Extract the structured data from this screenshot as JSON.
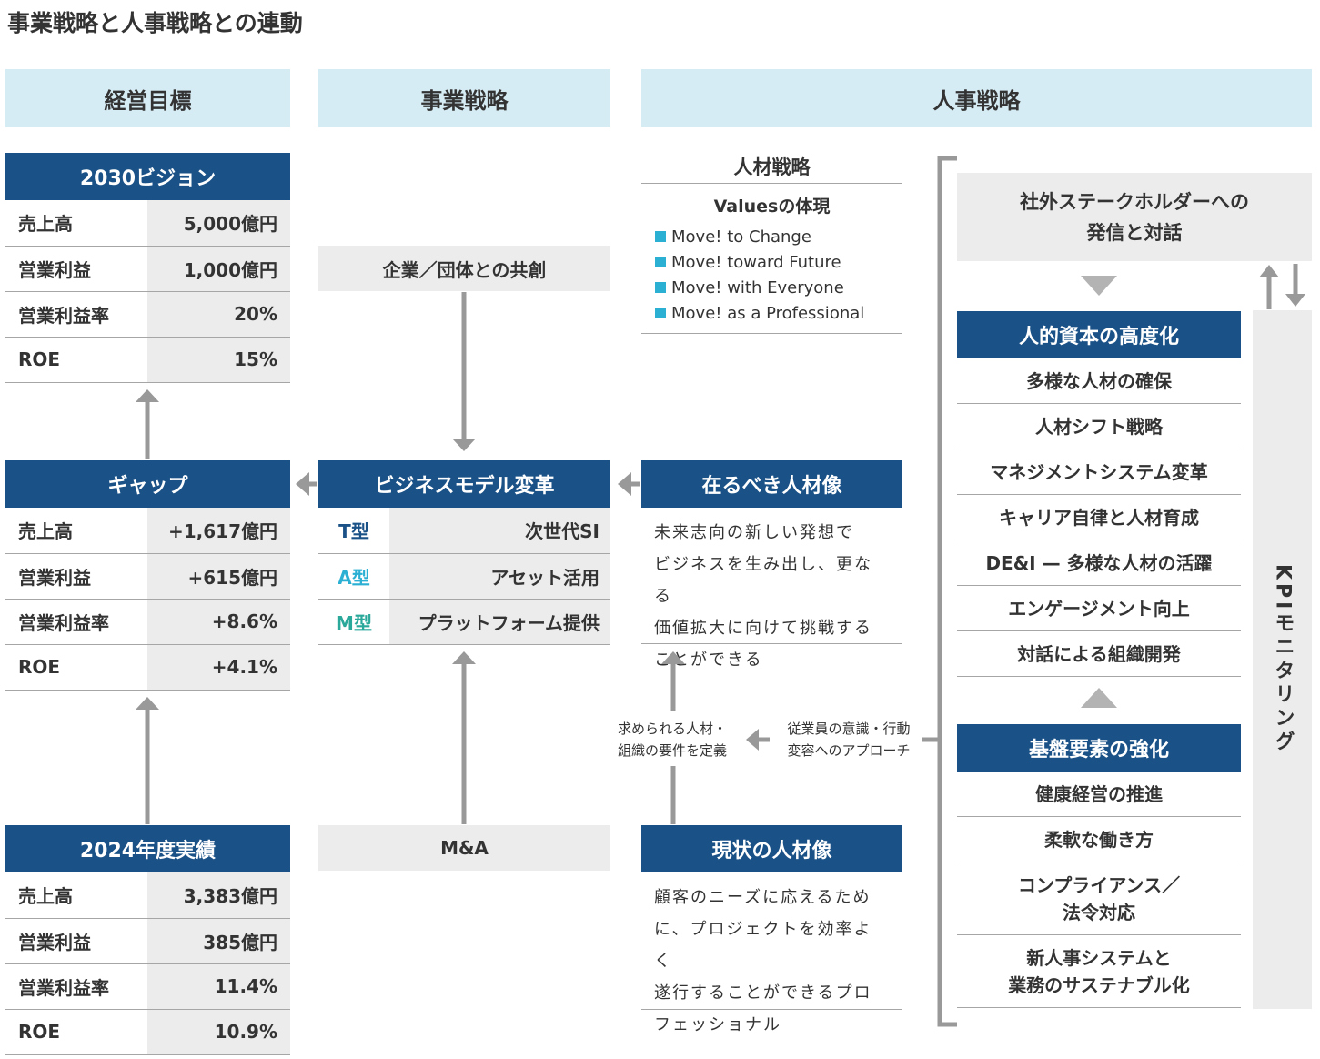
{
  "title": "事業戦略と人事戦略との連動",
  "columns": {
    "management": "経営目標",
    "business": "事業戦略",
    "hr": "人事戦略"
  },
  "vision2030": {
    "title": "2030ビジョン",
    "rows": [
      {
        "label": "売上高",
        "value": "5,000億円"
      },
      {
        "label": "営業利益",
        "value": "1,000億円"
      },
      {
        "label": "営業利益率",
        "value": "20%"
      },
      {
        "label": "ROE",
        "value": "15%"
      }
    ]
  },
  "gap": {
    "title": "ギャップ",
    "rows": [
      {
        "label": "売上高",
        "value": "+1,617億円"
      },
      {
        "label": "営業利益",
        "value": "+615億円"
      },
      {
        "label": "営業利益率",
        "value": "+8.6%"
      },
      {
        "label": "ROE",
        "value": "+4.1%"
      }
    ]
  },
  "actual2024": {
    "title": "2024年度実績",
    "rows": [
      {
        "label": "売上高",
        "value": "3,383億円"
      },
      {
        "label": "営業利益",
        "value": "385億円"
      },
      {
        "label": "営業利益率",
        "value": "11.4%"
      },
      {
        "label": "ROE",
        "value": "10.9%"
      }
    ]
  },
  "business": {
    "cocreation": "企業／団体との共創",
    "model_title": "ビジネスモデル変革",
    "types": [
      {
        "type": "T型",
        "value": "次世代SI",
        "color": "#1a5187"
      },
      {
        "type": "A型",
        "value": "アセット活用",
        "color": "#2bb0d4"
      },
      {
        "type": "M型",
        "value": "プラットフォーム提供",
        "color": "#2aa89a"
      }
    ],
    "ma": "M&A"
  },
  "talent": {
    "strategy_title": "人材戦略",
    "values_title": "Valuesの体現",
    "values": [
      "Move! to Change",
      "Move! toward Future",
      "Move! with Everyone",
      "Move! as a Professional"
    ],
    "ideal_title": "在るべき人材像",
    "ideal_lines": [
      "未来志向の新しい発想で",
      "ビジネスを生み出し、更なる",
      "価値拡大に向けて挑戦する",
      "ことができる"
    ],
    "current_title": "現状の人材像",
    "current_lines": [
      "顧客のニーズに応えるため",
      "に、プロジェクトを効率よく",
      "遂行することができるプロ",
      "フェッショナル"
    ],
    "req_lines": [
      "求められる人材・",
      "組織の要件を定義"
    ],
    "approach_lines": [
      "従業員の意識・行動",
      "変容へのアプローチ"
    ]
  },
  "hr_right": {
    "stakeholder_lines": [
      "社外ステークホルダーへの",
      "発信と対話"
    ],
    "human_capital_title": "人的資本の高度化",
    "human_capital_items": [
      "多様な人材の確保",
      "人材シフト戦略",
      "マネジメントシステム変革",
      "キャリア自律と人材育成",
      "DE&I — 多様な人材の活躍",
      "エンゲージメント向上",
      "対話による組織開発"
    ],
    "foundation_title": "基盤要素の強化",
    "foundation_items": [
      "健康経営の推進",
      "柔軟な働き方",
      "コンプライアンス／\n法令対応",
      "新人事システムと\n業務のサステナブル化"
    ],
    "kpi": "KPIモニタリング"
  },
  "colors": {
    "navy": "#1a5187",
    "light_blue": "#d6ecf4",
    "grey": "#ececec",
    "arrow": "#999999",
    "accent": "#2bb0d4"
  }
}
